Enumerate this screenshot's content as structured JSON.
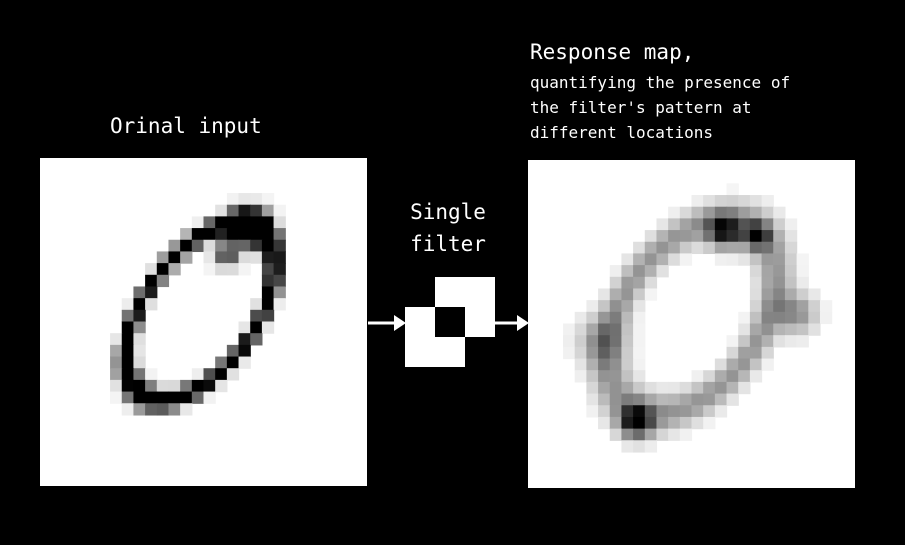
{
  "input": {
    "title": "Orinal input"
  },
  "filter": {
    "title_line1": "Single",
    "title_line2": "filter",
    "pattern": [
      [
        1,
        0,
        0
      ],
      [
        0,
        1,
        0
      ],
      [
        0,
        0,
        1
      ]
    ]
  },
  "response": {
    "title": "Response map,",
    "subtitle": "quantifying the presence of\nthe filter's pattern at\ndifferent locations"
  }
}
